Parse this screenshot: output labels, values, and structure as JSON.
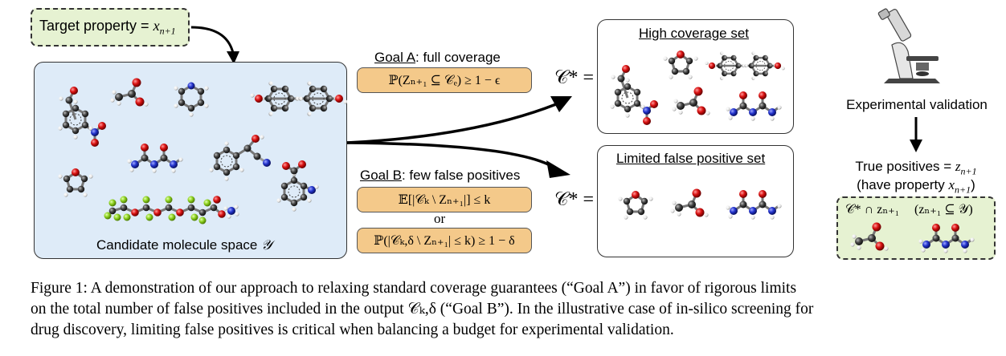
{
  "target_property": {
    "label": "Target property = ",
    "var": "x",
    "sub": "n+1"
  },
  "candidate_space": {
    "label": "Candidate molecule space ",
    "symbol": "𝒴"
  },
  "goal_a": {
    "name": "Goal A",
    "desc": ":  full coverage",
    "formula": "ℙ(Zₙ₊₁ ⊆ 𝒞ₑ) ≥ 1 − ϵ"
  },
  "goal_b": {
    "name": "Goal B",
    "desc": ":  few false positives",
    "formula_1": "𝔼[|𝒞ₖ \\ Zₙ₊₁|] ≤ k",
    "or": "or",
    "formula_2": "ℙ(|𝒞ₖ,δ \\ Zₙ₊₁| ≤ k) ≥ 1 − δ"
  },
  "sets": {
    "cstar": "𝒞* =",
    "high_title": "High coverage set",
    "limited_title": "Limited false positive set"
  },
  "right_column": {
    "validation": "Experimental validation",
    "true_pos_prefix": "True positives = ",
    "true_pos_var": "z",
    "true_pos_sub": "n+1",
    "have_prop_prefix": "(have property ",
    "have_prop_var": "x",
    "have_prop_sub": "n+1",
    "have_prop_suffix": ")",
    "intersection": "𝒞* ∩ zₙ₊₁",
    "subset": "(zₙ₊₁ ⊆ 𝒴)"
  },
  "caption": {
    "line1": "Figure 1: A demonstration of our approach to relaxing standard coverage guarantees (“Goal A”) in favor of rigorous limits",
    "line2": "on the total number of false positives included in the output 𝒞ₖ,δ (“Goal B”). In the illustrative case of in-silico screening for",
    "line3": "drug discovery, limiting false positives is critical when balancing a budget for experimental validation."
  },
  "colors": {
    "target_fill": "#e6f2d2",
    "candidate_fill": "#deebf8",
    "formula_fill": "#f4c98a",
    "carbon": "#333333",
    "oxygen": "#d81010",
    "nitrogen": "#2233cc",
    "hydrogen": "#ffffff",
    "fluorine": "#8ed321"
  }
}
